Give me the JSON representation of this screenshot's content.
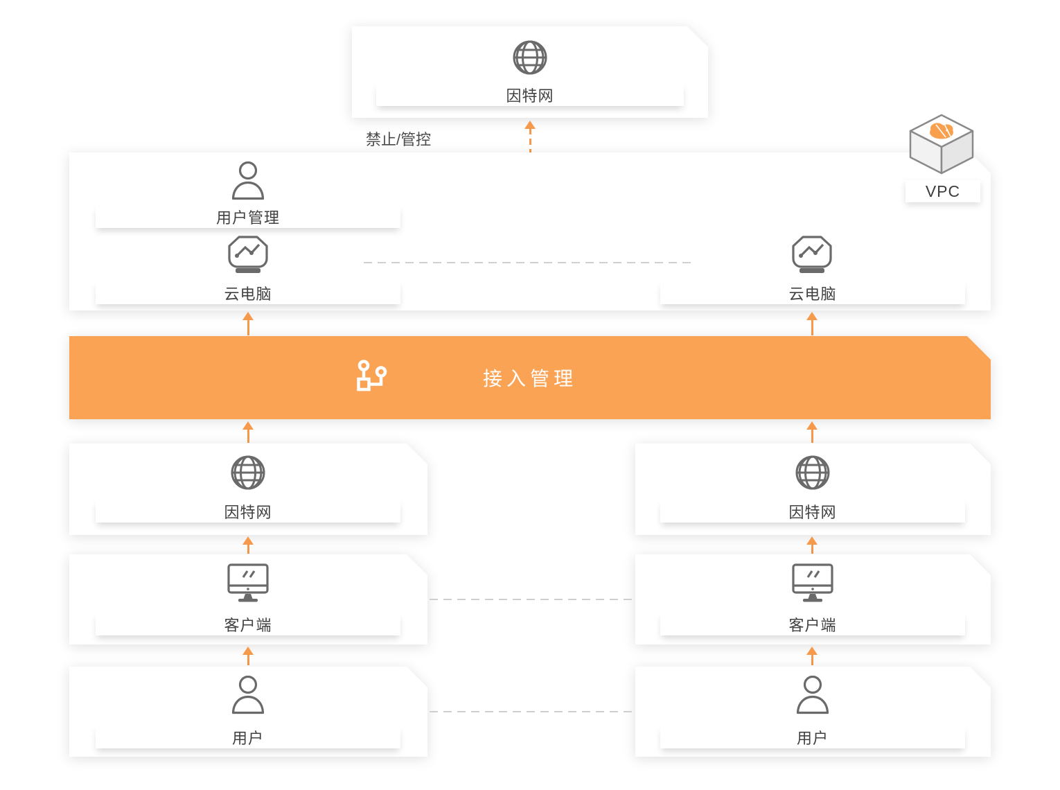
{
  "colors": {
    "banner_orange": "#FBA355",
    "arrow_orange": "#F7994A",
    "icon_gray": "#6A6A6A",
    "label_text": "#404040",
    "dash_gray": "#CFCFCF",
    "vpc_cloud_orange": "#F9A04E",
    "background": "#FFFFFF"
  },
  "icons": {
    "internet": "globe-icon",
    "user_management": "person-icon",
    "cloud_pc": "monitor-chart-icon",
    "client": "imac-monitor-icon",
    "access_management": "branch-icon",
    "vpc": "isometric-cube-cloud-icon"
  },
  "top_internet": {
    "label": "因特网"
  },
  "restriction_label": "禁止/管控",
  "vpc_panel": {
    "vpc_badge": "VPC",
    "user_management": {
      "label": "用户管理"
    },
    "cloud_pc_left": {
      "label": "云电脑"
    },
    "cloud_pc_right": {
      "label": "云电脑"
    }
  },
  "access_banner": {
    "label": "接入管理"
  },
  "left_column": {
    "internet": {
      "label": "因特网"
    },
    "client": {
      "label": "客户端"
    },
    "user": {
      "label": "用户"
    }
  },
  "right_column": {
    "internet": {
      "label": "因特网"
    },
    "client": {
      "label": "客户端"
    },
    "user": {
      "label": "用户"
    }
  }
}
